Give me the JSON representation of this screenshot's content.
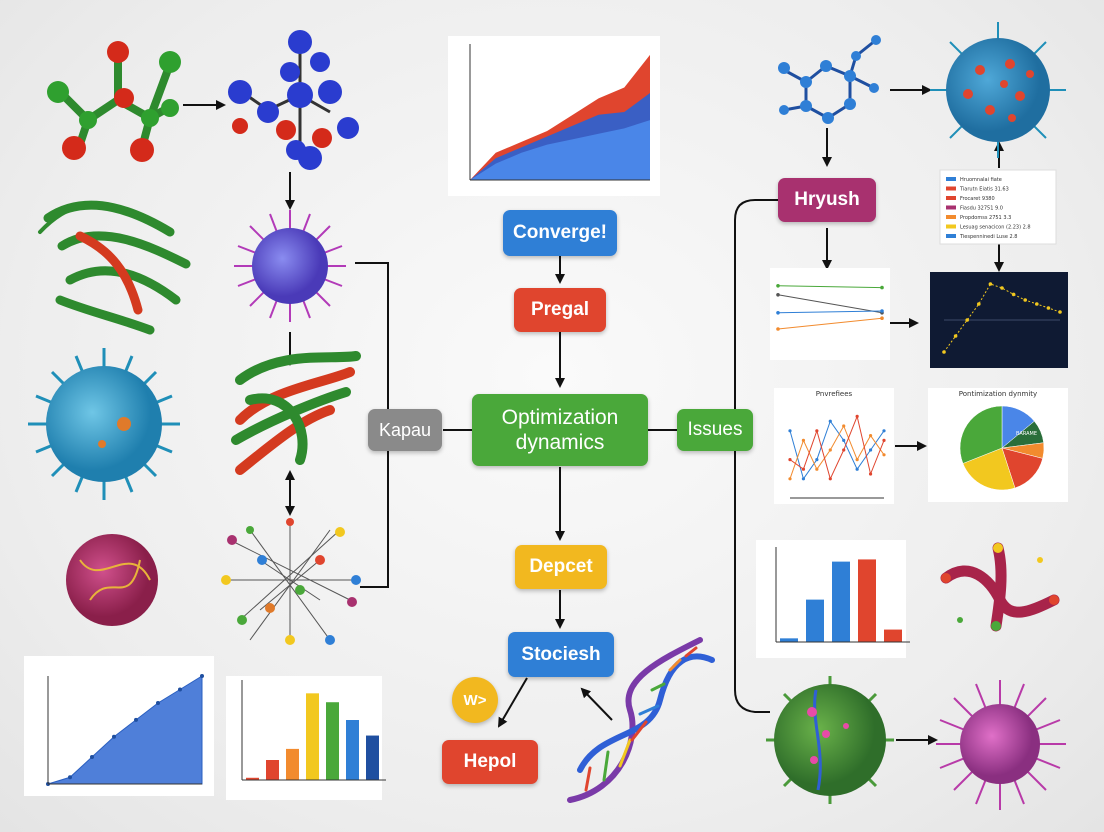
{
  "nodes": {
    "converge": {
      "label": "Converge!",
      "color": "#2f7fd6"
    },
    "pregal": {
      "label": "Pregal",
      "color": "#e0452e"
    },
    "optimization": {
      "label": "Optimization dynamics",
      "color": "#4aa83a"
    },
    "depcet": {
      "label": "Depcet",
      "color": "#f2b81f"
    },
    "stociesh": {
      "label": "Stociesh",
      "color": "#2f7fd6"
    },
    "hepol": {
      "label": "Hepol",
      "color": "#e0452e"
    },
    "wbadge": {
      "label": "W>",
      "color": "#f2b81f"
    },
    "kapau": {
      "label": "Kapau",
      "color": "#8a8a8a"
    },
    "issues": {
      "label": "Issues",
      "color": "#4aa83a"
    },
    "hryush": {
      "label": "Hryush",
      "color": "#a8316f"
    }
  },
  "labels": {
    "pie_title": "Pontimization dynmity",
    "scatter_title": "Pnvrefiees",
    "pie_inner": "BARAME"
  },
  "chart_data": [
    {
      "type": "area",
      "name": "top-center",
      "x": [
        1,
        2,
        3,
        4,
        5,
        6,
        7,
        8
      ],
      "series": [
        {
          "values": [
            0,
            50,
            70,
            90,
            120,
            150,
            170,
            230
          ],
          "color": "#e0452e"
        },
        {
          "values": [
            0,
            40,
            60,
            80,
            100,
            120,
            125,
            160
          ],
          "color": "#3a5fc4"
        },
        {
          "values": [
            0,
            30,
            50,
            65,
            75,
            85,
            95,
            110
          ],
          "color": "#4a86e8"
        }
      ],
      "ylim": [
        0,
        250
      ]
    },
    {
      "type": "area",
      "name": "bottom-left",
      "x": [
        0,
        1,
        2,
        3,
        4,
        5,
        6,
        7
      ],
      "values": [
        0,
        10,
        40,
        70,
        95,
        120,
        140,
        160
      ],
      "ylim": [
        0,
        160
      ],
      "color": "#4f7fd9"
    },
    {
      "type": "bar",
      "name": "bottom-left-bars",
      "values": [
        2,
        18,
        28,
        78,
        70,
        54,
        40
      ],
      "colors": [
        "#e0452e",
        "#e0452e",
        "#f28b2e",
        "#f2c81f",
        "#4aa83a",
        "#2f7fd6",
        "#1f4fa0"
      ],
      "ylim": [
        0,
        90
      ]
    },
    {
      "type": "bar",
      "name": "right-bars",
      "values": [
        5,
        58,
        110,
        113,
        17
      ],
      "colors": [
        "#2f7fd6",
        "#2f7fd6",
        "#2f7fd6",
        "#e0452e",
        "#e0452e"
      ],
      "ylim": [
        0,
        130
      ]
    },
    {
      "type": "pie",
      "name": "right-pie",
      "values": [
        14,
        9,
        6,
        16,
        24,
        31
      ],
      "colors": [
        "#4a86e8",
        "#2a6e3a",
        "#f28b2e",
        "#e0452e",
        "#f2c81f",
        "#4aa83a"
      ]
    },
    {
      "type": "line",
      "name": "right-lines",
      "series": [
        {
          "values": [
            78,
            76
          ],
          "color": "#4aa83a"
        },
        {
          "values": [
            68,
            48
          ],
          "color": "#555555"
        },
        {
          "values": [
            48,
            50
          ],
          "color": "#2f7fd6"
        },
        {
          "values": [
            30,
            42
          ],
          "color": "#f28b2e"
        }
      ]
    },
    {
      "type": "scatter",
      "name": "dark-panel",
      "x": [
        1,
        2,
        3,
        4,
        5,
        6,
        7,
        8,
        9,
        10,
        11
      ],
      "values": [
        10,
        30,
        50,
        70,
        95,
        90,
        82,
        75,
        70,
        65,
        60
      ],
      "color": "#f2c81f"
    },
    {
      "type": "line",
      "name": "zigzag",
      "series": [
        {
          "values": [
            70,
            20,
            40,
            80,
            60,
            30,
            50,
            70
          ],
          "color": "#2f7fd6"
        },
        {
          "values": [
            20,
            60,
            30,
            50,
            75,
            40,
            65,
            45
          ],
          "color": "#f28b2e"
        },
        {
          "values": [
            40,
            30,
            70,
            20,
            50,
            85,
            25,
            60
          ],
          "color": "#e0452e"
        }
      ]
    }
  ],
  "legend": {
    "entries": [
      {
        "label": "Hruomnalai fiate",
        "color": "#2f7fd6"
      },
      {
        "label": "Tiarutn Eiatis 31.63",
        "color": "#e0452e"
      },
      {
        "label": "Frocaret 9380",
        "color": "#e0452e"
      },
      {
        "label": "Fiasdu 32751 9.0",
        "color": "#a8316f"
      },
      {
        "label": "Propdomss 2751 3.3",
        "color": "#f28b2e"
      },
      {
        "label": "Lesuag senacicon (2.23) 2.8",
        "color": "#f2c81f"
      },
      {
        "label": "Tiespenninedi Luse 2.8",
        "color": "#2f7fd6"
      }
    ]
  }
}
